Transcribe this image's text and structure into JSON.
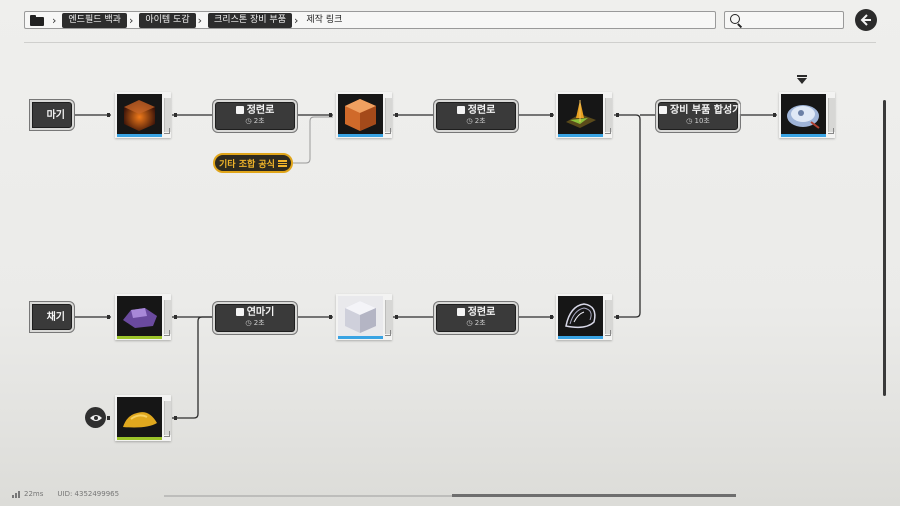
{
  "breadcrumb": {
    "items": [
      "엔드필드 백과",
      "아이템 도감",
      "크리스톤 장비 부품"
    ],
    "current": "제작 링크"
  },
  "search": {
    "placeholder": ""
  },
  "flow": {
    "top": {
      "partial_machine": "마기",
      "machines": [
        {
          "name": "정련로",
          "time": "2초"
        },
        {
          "name": "정련로",
          "time": "2초"
        }
      ],
      "assembler": {
        "name": "장비 부품 합성기",
        "time": "10초"
      }
    },
    "bottom": {
      "partial_machine": "채기",
      "machines": [
        {
          "name": "연마기",
          "time": "2초"
        },
        {
          "name": "정련로",
          "time": "2초"
        }
      ]
    },
    "alt_recipe": "기타 조합 공식"
  },
  "colors": {
    "stripe_blue": "#39a3e3",
    "stripe_green": "#9cc42a",
    "alt_recipe_gold": "#e0a51a"
  },
  "footer": {
    "ping": "22ms",
    "uid": "UID: 4352499965"
  }
}
